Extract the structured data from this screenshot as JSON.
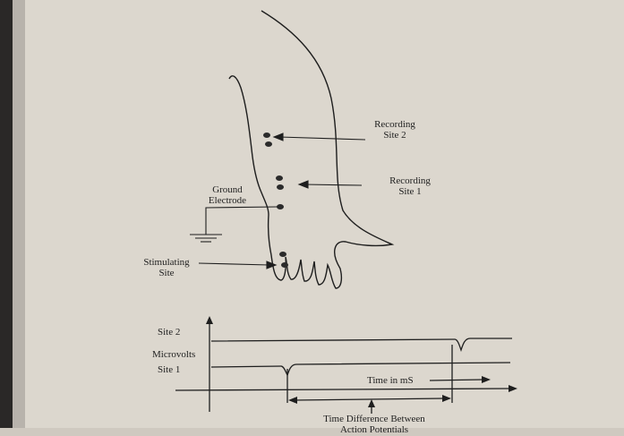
{
  "labels": {
    "recording_site_2": [
      "Recording",
      "Site 2"
    ],
    "recording_site_1": [
      "Recording",
      "Site 1"
    ],
    "ground_electrode": [
      "Ground",
      "Electrode"
    ],
    "stimulating_site": [
      "Stimulating",
      "Site"
    ],
    "trace_site_2": "Site 2",
    "y_axis": "Microvolts",
    "trace_site_1": "Site 1",
    "time_axis": "Time in mS",
    "time_difference": [
      "Time Difference Between",
      "Action Potentials"
    ]
  },
  "colors": {
    "page": "#dcd7ce",
    "left_margin": "#2a2827",
    "ink": "#1e1e1e"
  }
}
